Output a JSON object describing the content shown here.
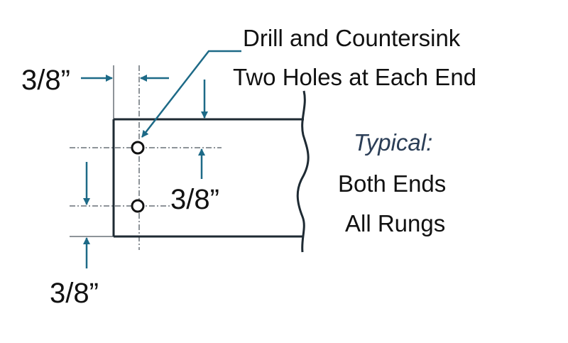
{
  "callout": {
    "line1": "Drill and Countersink",
    "line2": "Two Holes at Each End"
  },
  "dimensions": {
    "edge_to_hole_horizontal": "3/8”",
    "hole_spacing": "3/8”",
    "edge_to_hole_vertical": "3/8”"
  },
  "note": {
    "heading": "Typical:",
    "line1": "Both Ends",
    "line2": "All Rungs"
  },
  "colors": {
    "arrow": "#1d6a87",
    "outline": "#1e2a33",
    "text": "#111111",
    "typical": "#2b3e57"
  }
}
